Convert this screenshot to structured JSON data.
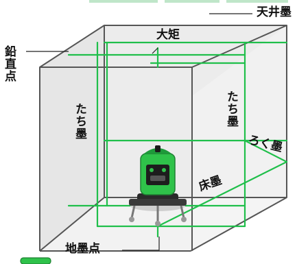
{
  "labels": {
    "ceiling": "天井墨",
    "daigane": "大矩",
    "plumb": "鉛直点",
    "tachi_left": "たち墨",
    "tachi_right": "たち墨",
    "roku": "ろく墨",
    "floor": "床墨",
    "ground_point": "地墨点"
  },
  "colors": {
    "laser": "#1fbf4a",
    "device_body": "#2fc24a",
    "device_dark": "#222222",
    "room_line": "#555555",
    "wall_fill": "#e6e6e6",
    "floor_fill": "#ededed"
  },
  "icons": {
    "device": "line-laser-level-icon"
  }
}
